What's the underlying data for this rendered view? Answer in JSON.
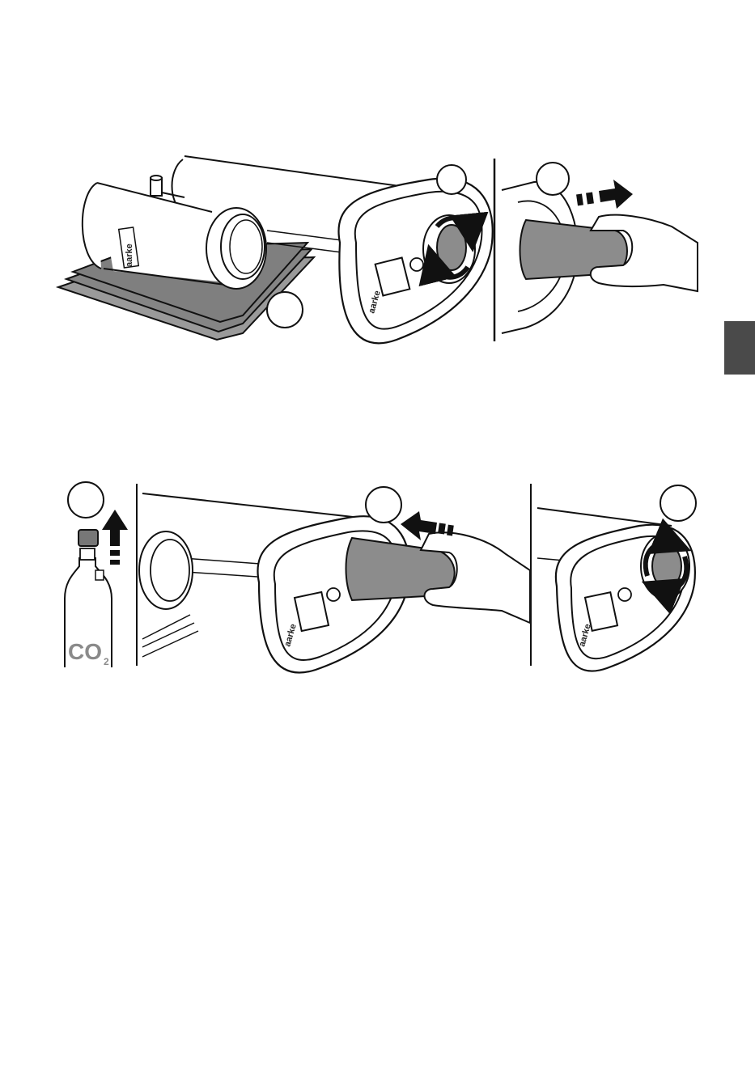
{
  "brand": {
    "logo_top": "aarke",
    "logo_bottom_mid": "aarke",
    "logo_bottom_right": "aarke",
    "logo_cylinder": "aarke"
  },
  "cylinder_label": {
    "prefix": "CO",
    "subscript": "2"
  },
  "colors": {
    "line": "#111111",
    "gas_cylinder_fill": "#8c8c8c",
    "mat_fill": "#7f7f7f",
    "tab_fill": "#4a4a4a",
    "label_gray": "#8a8a8a"
  },
  "step_markers": [
    {
      "id": "top-right-panel-a",
      "label": ""
    },
    {
      "id": "top-right-panel-b",
      "label": ""
    },
    {
      "id": "top-mat",
      "label": ""
    },
    {
      "id": "bottom-left",
      "label": ""
    },
    {
      "id": "bottom-mid",
      "label": ""
    },
    {
      "id": "bottom-right",
      "label": ""
    }
  ],
  "icons": [
    "arrow-dashed-right-icon",
    "arrow-dashed-left-icon",
    "arrow-dashed-up-icon",
    "rotate-arrows-icon"
  ]
}
